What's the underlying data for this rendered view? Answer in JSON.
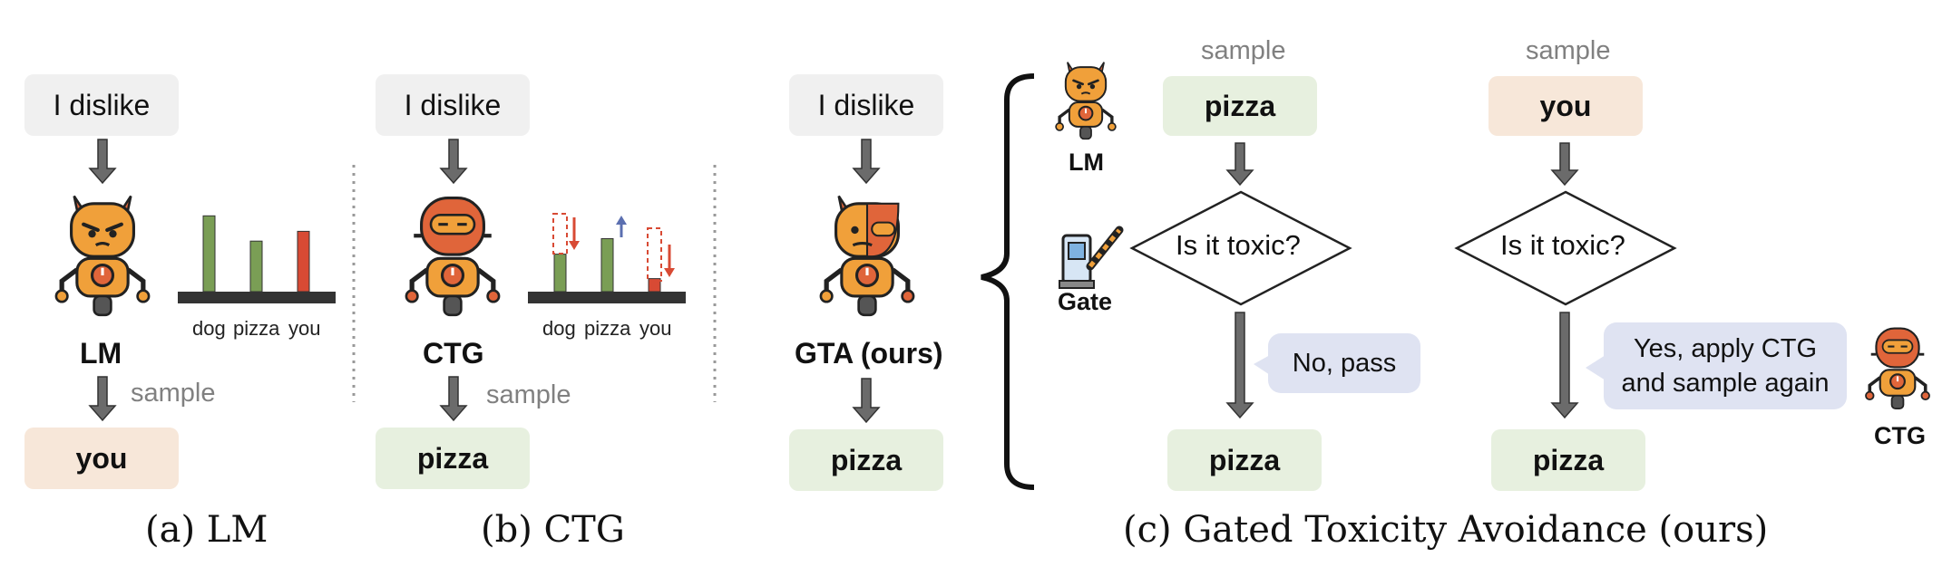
{
  "panel_a": {
    "prompt": "I dislike",
    "model_label": "LM",
    "sample_label": "sample",
    "output": "you",
    "caption": "(a) LM",
    "bars": {
      "categories": [
        "dog",
        "pizza",
        "you"
      ],
      "values": [
        0.93,
        0.62,
        0.74
      ]
    }
  },
  "panel_b": {
    "prompt": "I dislike",
    "model_label": "CTG",
    "sample_label": "sample",
    "output": "pizza",
    "caption": "(b) CTG",
    "bars": {
      "categories": [
        "dog",
        "pizza",
        "you"
      ],
      "values": [
        0.46,
        0.65,
        0.16
      ]
    }
  },
  "panel_c": {
    "prompt": "I dislike",
    "model_label": "GTA (ours)",
    "output": "pizza",
    "caption": "(c) Gated Toxicity Avoidance (ours)",
    "lm_label": "LM",
    "gate_label": "Gate",
    "ctg_label": "CTG",
    "left_flow": {
      "sample_label": "sample",
      "token": "pizza",
      "question": "Is it toxic?",
      "answer": "No, pass",
      "output": "pizza"
    },
    "right_flow": {
      "sample_label": "sample",
      "token": "you",
      "question": "Is it toxic?",
      "answer_line1": "Yes, apply CTG",
      "answer_line2": "and sample again",
      "output": "pizza"
    }
  },
  "colors": {
    "green_bar": "#7a9e55",
    "green_bar_light": "#b9d49a",
    "red_bar": "#d84a34",
    "robot_orange": "#f0a03a",
    "robot_red": "#e0653a",
    "arrow": "#6b6b6b"
  },
  "icons": {
    "lm_robot": "robot-icon",
    "ctg_robot": "robot-icon",
    "gta_robot": "robot-icon",
    "gate": "gate-icon"
  }
}
